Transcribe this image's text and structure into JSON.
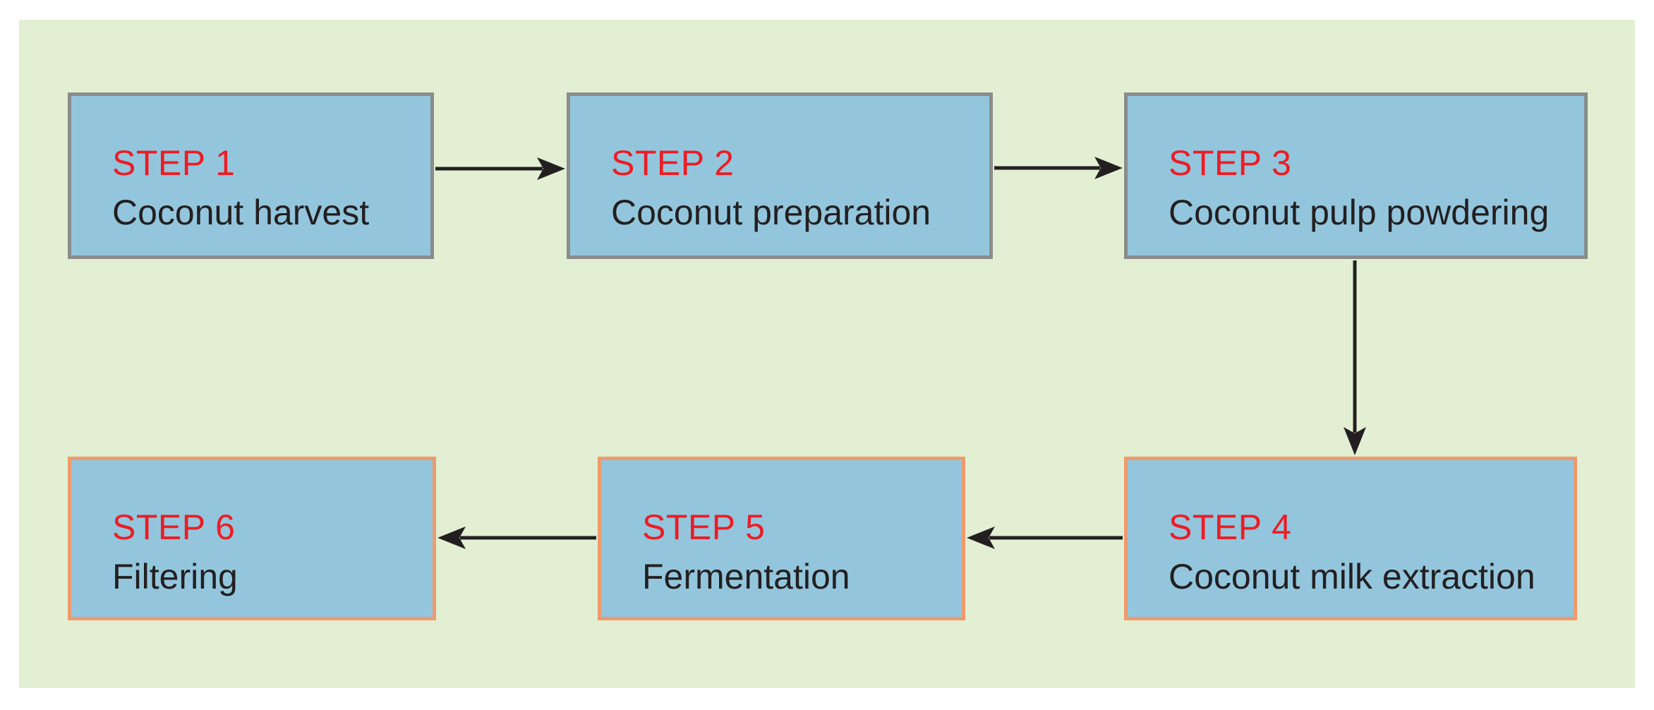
{
  "diagram": {
    "type": "flowchart",
    "subject": "Coconut processing steps",
    "steps": [
      {
        "step_label": "STEP 1",
        "description": "Coconut harvest"
      },
      {
        "step_label": "STEP 2",
        "description": "Coconut preparation"
      },
      {
        "step_label": "STEP 3",
        "description": "Coconut pulp powdering"
      },
      {
        "step_label": "STEP 4",
        "description": "Coconut milk extraction"
      },
      {
        "step_label": "STEP 5",
        "description": "Fermentation"
      },
      {
        "step_label": "STEP 6",
        "description": "Filtering"
      }
    ],
    "connections": [
      {
        "from": "STEP 1",
        "to": "STEP 2",
        "direction": "right"
      },
      {
        "from": "STEP 2",
        "to": "STEP 3",
        "direction": "right"
      },
      {
        "from": "STEP 3",
        "to": "STEP 4",
        "direction": "down"
      },
      {
        "from": "STEP 4",
        "to": "STEP 5",
        "direction": "left"
      },
      {
        "from": "STEP 5",
        "to": "STEP 6",
        "direction": "left"
      }
    ]
  },
  "colors": {
    "panel_background": "#e2efd3",
    "box_fill": "#93c6dd",
    "border_gray": "#8b8c8c",
    "border_orange": "#ef9a6c",
    "step_label_color": "#ed1c24",
    "description_color": "#231f20",
    "arrow_color": "#231f20",
    "page_background": "#ffffff"
  }
}
